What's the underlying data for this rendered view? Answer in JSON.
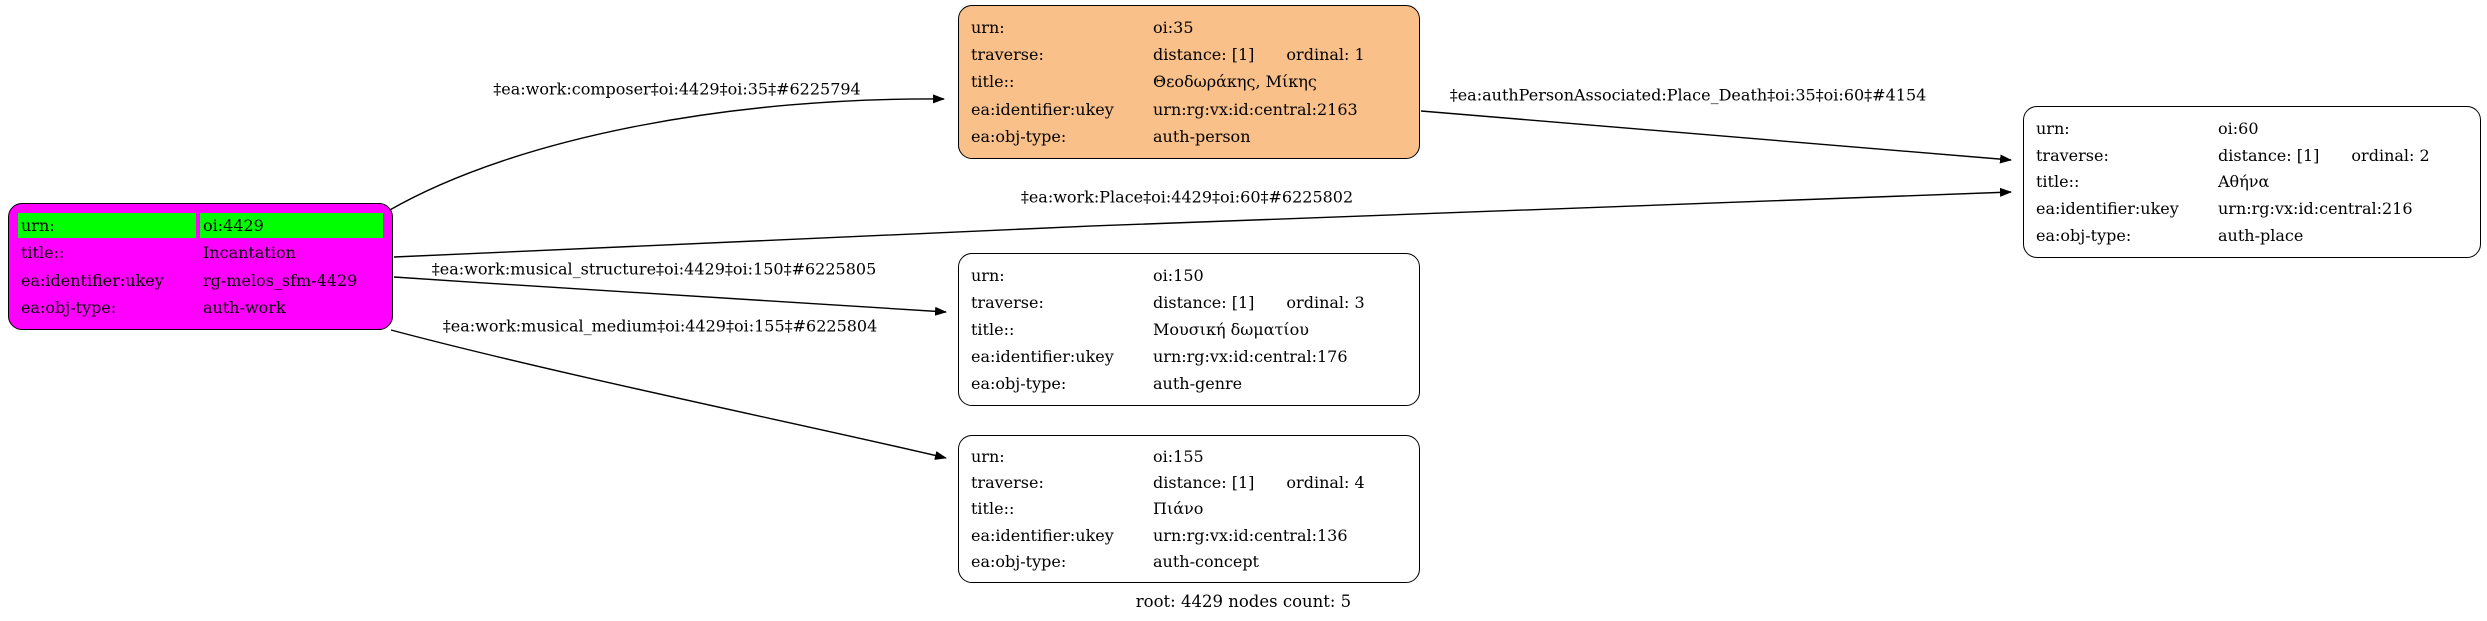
{
  "caption": "root: 4429 nodes count: 5",
  "colors": {
    "work_fill": "#FF00FF",
    "work_highlight": "#00FF00",
    "person_fill": "#FAC08A",
    "default_fill": "#FFFFFF",
    "line": "#000000"
  },
  "nodes": [
    {
      "id": "oi:4429",
      "kind": "work",
      "rows": [
        {
          "label": "urn:",
          "value": "oi:4429",
          "highlighted": true
        },
        {
          "label": "title::",
          "value": "Incantation"
        },
        {
          "label": "ea:identifier:ukey",
          "value": "rg-melos_sfm-4429"
        },
        {
          "label": "ea:obj-type:",
          "value": "auth-work"
        }
      ]
    },
    {
      "id": "oi:35",
      "kind": "person",
      "rows": [
        {
          "label": "urn:",
          "value": "oi:35"
        },
        {
          "label": "traverse:",
          "distance": "distance: [1]",
          "ordinal": "ordinal: 1"
        },
        {
          "label": "title::",
          "value": "Θεοδωράκης, Μίκης"
        },
        {
          "label": "ea:identifier:ukey",
          "value": "urn:rg:vx:id:central:2163"
        },
        {
          "label": "ea:obj-type:",
          "value": "auth-person"
        }
      ]
    },
    {
      "id": "oi:60",
      "kind": "place",
      "rows": [
        {
          "label": "urn:",
          "value": "oi:60"
        },
        {
          "label": "traverse:",
          "distance": "distance: [1]",
          "ordinal": "ordinal: 2"
        },
        {
          "label": "title::",
          "value": "Αθήνα"
        },
        {
          "label": "ea:identifier:ukey",
          "value": "urn:rg:vx:id:central:216"
        },
        {
          "label": "ea:obj-type:",
          "value": "auth-place"
        }
      ]
    },
    {
      "id": "oi:150",
      "kind": "genre",
      "rows": [
        {
          "label": "urn:",
          "value": "oi:150"
        },
        {
          "label": "traverse:",
          "distance": "distance: [1]",
          "ordinal": "ordinal: 3"
        },
        {
          "label": "title::",
          "value": "Μουσική δωματίου"
        },
        {
          "label": "ea:identifier:ukey",
          "value": "urn:rg:vx:id:central:176"
        },
        {
          "label": "ea:obj-type:",
          "value": "auth-genre"
        }
      ]
    },
    {
      "id": "oi:155",
      "kind": "concept",
      "rows": [
        {
          "label": "urn:",
          "value": "oi:155"
        },
        {
          "label": "traverse:",
          "distance": "distance: [1]",
          "ordinal": "ordinal: 4"
        },
        {
          "label": "title::",
          "value": "Πιάνο"
        },
        {
          "label": "ea:identifier:ukey",
          "value": "urn:rg:vx:id:central:136"
        },
        {
          "label": "ea:obj-type:",
          "value": "auth-concept"
        }
      ]
    }
  ],
  "edges": [
    {
      "label": "‡ea:work:composer‡oi:4429‡oi:35‡#6225794"
    },
    {
      "label": "‡ea:authPersonAssociated:Place_Death‡oi:35‡oi:60‡#4154"
    },
    {
      "label": "‡ea:work:Place‡oi:4429‡oi:60‡#6225802"
    },
    {
      "label": "‡ea:work:musical_structure‡oi:4429‡oi:150‡#6225805"
    },
    {
      "label": "‡ea:work:musical_medium‡oi:4429‡oi:155‡#6225804"
    }
  ]
}
